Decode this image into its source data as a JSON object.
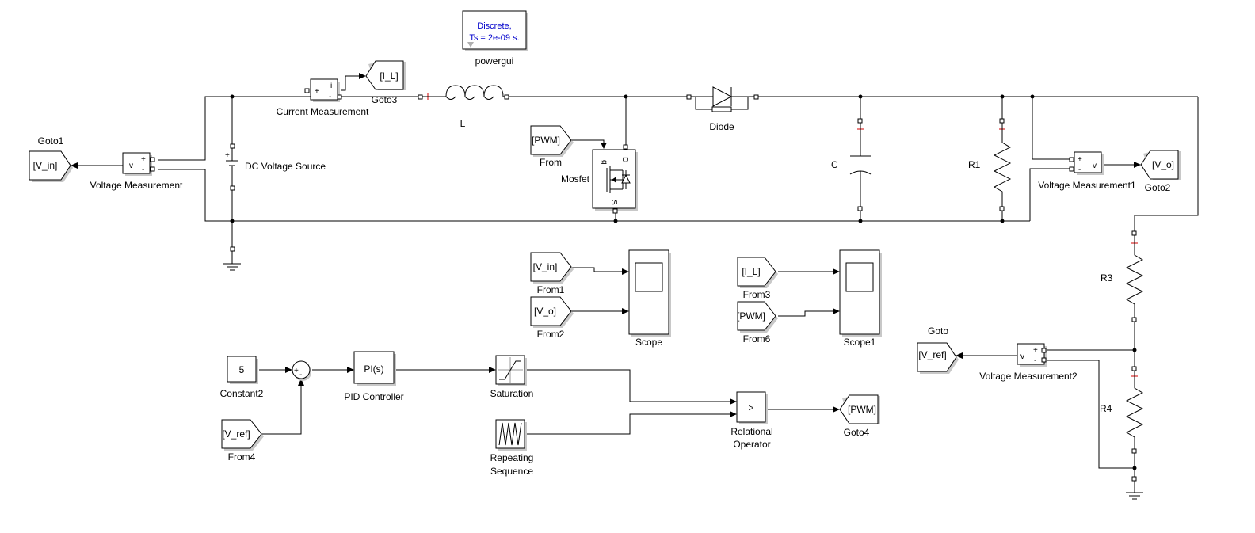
{
  "powergui": {
    "line1": "Discrete,",
    "line2": "Ts = 2e-09 s.",
    "label": "powergui"
  },
  "blocks": {
    "goto1": {
      "label": "Goto1",
      "tag": "[V_in]"
    },
    "voltage_measurement": {
      "label": "Voltage Measurement",
      "v": "v",
      "plus": "+",
      "minus": "-"
    },
    "dc_source": {
      "label": "DC Voltage Source",
      "plus": "+"
    },
    "current_measurement": {
      "label": "Current Measurement",
      "i": "i",
      "plus": "+",
      "minus": "-"
    },
    "goto3": {
      "label": "Goto3",
      "tag": "[I_L]"
    },
    "inductor": {
      "label": "L"
    },
    "from": {
      "label": "From",
      "tag": "[PWM]"
    },
    "mosfet": {
      "label": "Mosfet",
      "g": "g",
      "d": "D",
      "s": "S"
    },
    "diode": {
      "label": "Diode"
    },
    "capacitor": {
      "label": "C"
    },
    "r1": {
      "label": "R1"
    },
    "voltage_measurement1": {
      "label": "Voltage Measurement1",
      "v": "v",
      "plus": "+",
      "minus": "-"
    },
    "goto2": {
      "label": "Goto2",
      "tag": "[V_o]"
    },
    "r3": {
      "label": "R3"
    },
    "r4": {
      "label": "R4"
    },
    "goto": {
      "label": "Goto",
      "tag": "[V_ref]"
    },
    "voltage_measurement2": {
      "label": "Voltage Measurement2",
      "v": "v",
      "plus": "+",
      "minus": "-"
    },
    "from1": {
      "label": "From1",
      "tag": "[V_in]"
    },
    "from2": {
      "label": "From2",
      "tag": "[V_o]"
    },
    "scope": {
      "label": "Scope"
    },
    "from3": {
      "label": "From3",
      "tag": "[I_L]"
    },
    "from6": {
      "label": "From6",
      "tag": "[PWM]"
    },
    "scope1": {
      "label": "Scope1"
    },
    "constant2": {
      "label": "Constant2",
      "value": "5"
    },
    "sum": {
      "plus": "+",
      "minus": "-"
    },
    "from4": {
      "label": "From4",
      "tag": "[V_ref]"
    },
    "pid": {
      "label": "PID Controller",
      "expr": "PI(s)"
    },
    "saturation": {
      "label": "Saturation"
    },
    "repeating_sequence": {
      "line1": "Repeating",
      "line2": "Sequence"
    },
    "relational_operator": {
      "line1": "Relational",
      "line2": "Operator",
      "op": ">"
    },
    "goto4": {
      "label": "Goto4",
      "tag": "[PWM]"
    }
  }
}
